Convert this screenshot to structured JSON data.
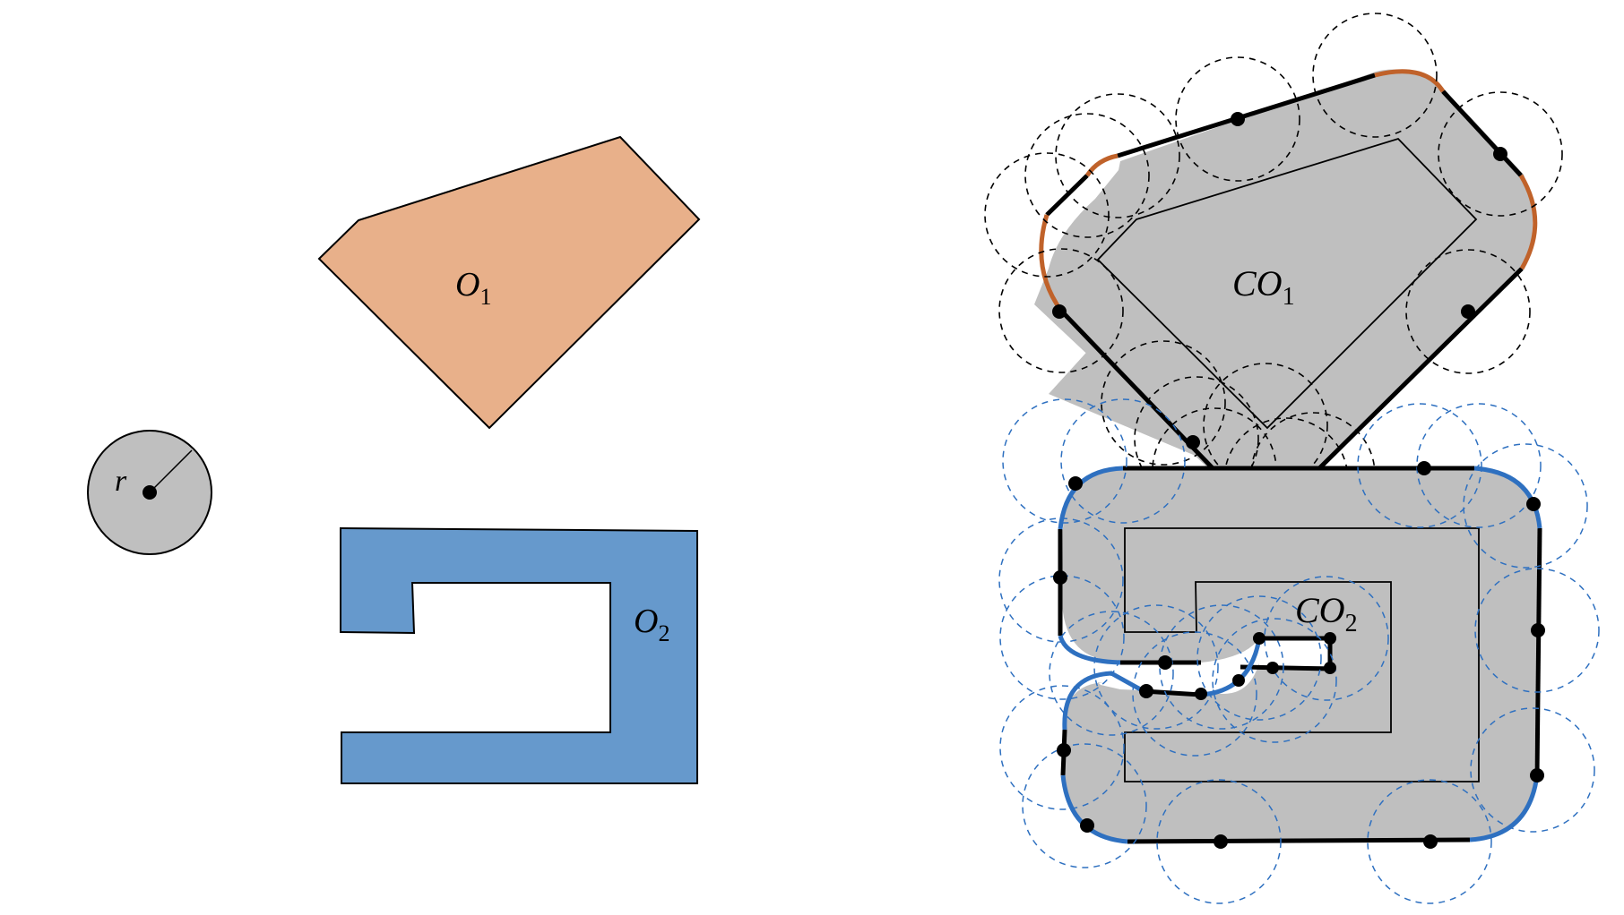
{
  "labels": {
    "robot_radius": "r",
    "obstacle_1": {
      "main": "O",
      "sub": "1"
    },
    "obstacle_2": {
      "main": "O",
      "sub": "2"
    },
    "cspace_obstacle_1": {
      "main": "CO",
      "sub": "1"
    },
    "cspace_obstacle_2": {
      "main": "CO",
      "sub": "2"
    }
  },
  "colors": {
    "robot_fill": "#bfbfbf",
    "obstacle_1_fill": "#e8b08a",
    "obstacle_2_fill": "#6699cc",
    "cspace_fill": "#bfbfbf",
    "arc_orange": "#c0622a",
    "arc_blue": "#2e70c0",
    "dashed_black": "#000000",
    "dashed_blue": "#2e70c0"
  }
}
